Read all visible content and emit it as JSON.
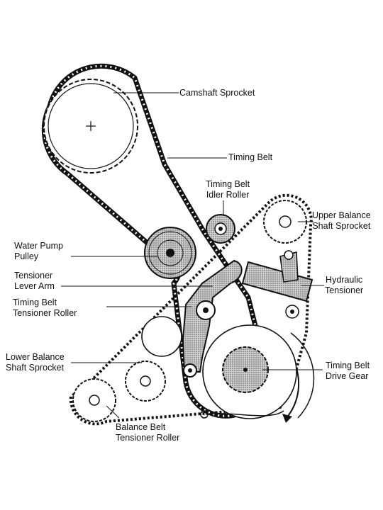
{
  "labels": {
    "camshaft_sprocket": "Camshaft Sprocket",
    "timing_belt": "Timing Belt",
    "idler_roller": [
      "Timing Belt",
      "Idler Roller"
    ],
    "upper_balance": [
      "Upper Balance",
      "Shaft Sprocket"
    ],
    "water_pump": [
      "Water Pump",
      "Pulley"
    ],
    "tensioner_lever": [
      "Tensioner",
      "Lever Arm"
    ],
    "hydraulic_tensioner": [
      "Hydraulic",
      "Tensioner"
    ],
    "tensioner_roller": [
      "Timing Belt",
      "Tensioner Roller"
    ],
    "lower_balance": [
      "Lower Balance",
      "Shaft Sprocket"
    ],
    "drive_gear": [
      "Timing Belt",
      "Drive Gear"
    ],
    "balance_roller": [
      "Balance Belt",
      "Tensioner Roller"
    ]
  },
  "colors": {
    "ink": "#111111",
    "shading": "#8a8a8a",
    "background": "#ffffff"
  },
  "icons": {
    "rotation": "curved-arrow-counterclockwise"
  }
}
